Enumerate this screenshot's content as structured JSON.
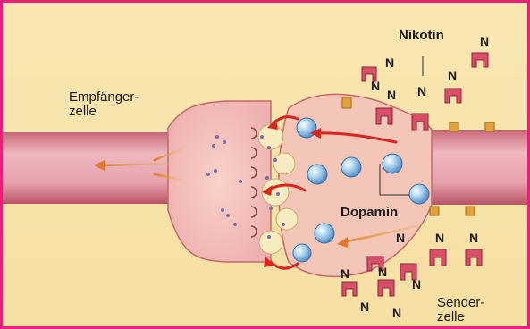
{
  "labels": {
    "receiver_line1": "Empfänger-",
    "receiver_line2": "zelle",
    "nicotine": "Nikotin",
    "dopamine": "Dopamin",
    "sender_line1": "Sender-",
    "sender_line2": "zelle"
  },
  "receptor_letter": "N",
  "colors": {
    "frame": "#e8207a",
    "background": "#f7e2a8",
    "axon": "#e7a6ae",
    "arrow": "#d8261e",
    "dopamine_vesicle": "#8fc0e6",
    "receptor": "#d94f6a",
    "nicotine_molecule": "#e0506a"
  }
}
